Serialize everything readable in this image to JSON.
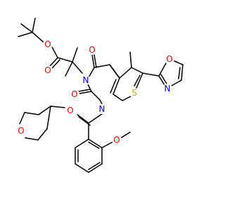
{
  "colors": {
    "bond": "#000000",
    "oxygen": "#ff0000",
    "nitrogen": "#0000ff",
    "sulfur": "#b3b300",
    "background": "#ffffff"
  },
  "atoms": [
    {
      "id": "o-ester-ether",
      "label": "O",
      "element": "oxygen"
    },
    {
      "id": "o-ester-carbonyl",
      "label": "O",
      "element": "oxygen"
    },
    {
      "id": "o-c4-carbonyl",
      "label": "O",
      "element": "oxygen"
    },
    {
      "id": "o-c2-carbonyl",
      "label": "O",
      "element": "oxygen"
    },
    {
      "id": "n3",
      "label": "N",
      "element": "nitrogen"
    },
    {
      "id": "n1",
      "label": "N",
      "element": "nitrogen"
    },
    {
      "id": "s-thiophene",
      "label": "S",
      "element": "sulfur"
    },
    {
      "id": "o-oxazole",
      "label": "O",
      "element": "oxygen"
    },
    {
      "id": "n-oxazole",
      "label": "N",
      "element": "nitrogen"
    },
    {
      "id": "o-ether",
      "label": "O",
      "element": "oxygen"
    },
    {
      "id": "o-thp",
      "label": "O",
      "element": "oxygen"
    },
    {
      "id": "o-methoxy",
      "label": "O",
      "element": "oxygen"
    }
  ]
}
